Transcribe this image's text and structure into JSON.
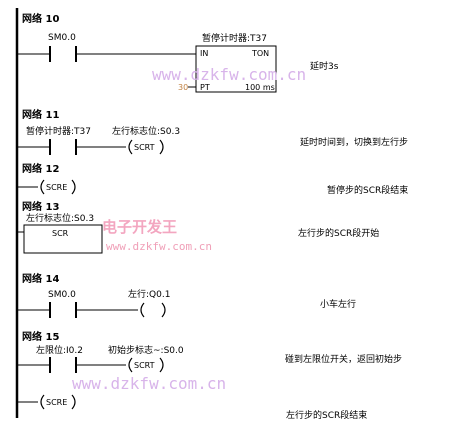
{
  "networks": [
    {
      "title": "网络 10",
      "contact": "SM0.0",
      "timer": {
        "name": "暂停计时器:T37",
        "in": "IN",
        "type": "TON",
        "pt_value": "30",
        "pt": "PT",
        "base": "100 ms"
      },
      "comment": "延时3s"
    },
    {
      "title": "网络 11",
      "contact": "暂停计时器:T37",
      "coil_addr": "左行标志位:S0.3",
      "coil": "SCRT",
      "comment": "延时时间到，切换到左行步"
    },
    {
      "title": "网络 12",
      "coil": "SCRE",
      "comment": "暂停步的SCR段结束"
    },
    {
      "title": "网络 13",
      "box_addr": "左行标志位:S0.3",
      "box": "SCR",
      "comment": "左行步的SCR段开始"
    },
    {
      "title": "网络 14",
      "contact": "SM0.0",
      "coil_addr": "左行:Q0.1",
      "comment": "小车左行"
    },
    {
      "title": "网络 15",
      "contact": "左限位:I0.2",
      "coil_addr": "初始步标志~:S0.0",
      "coil": "SCRT",
      "comment": "碰到左限位开关，返回初始步"
    }
  ],
  "final": {
    "coil": "SCRE",
    "comment": "左行步的SCR段结束"
  },
  "watermarks": {
    "url_top": "www.dzkfw.com.cn",
    "brand": "电子开发王",
    "url_mid": "www.dzkfw.com.cn",
    "url_bottom": "www.dzkfw.com.cn"
  }
}
